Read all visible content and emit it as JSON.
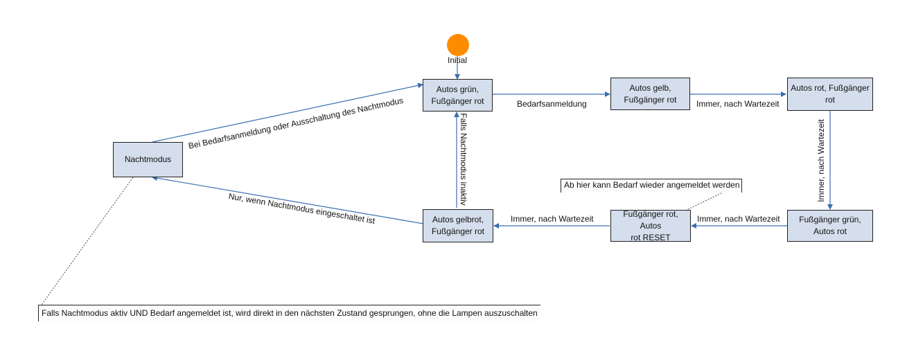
{
  "colors": {
    "state_fill": "#d5deec",
    "state_border": "#1f1f1f",
    "edge": "#3a6fb0",
    "initial": "#ff8c00"
  },
  "initial": {
    "label": "Initial"
  },
  "states": {
    "autos_gruen": [
      "Autos grün,",
      "Fußgänger rot"
    ],
    "autos_gelb": [
      "Autos gelb,",
      "Fußgänger rot"
    ],
    "autos_rot": [
      "Autos rot, Fußgänger",
      "rot"
    ],
    "fg_gruen": [
      "Fußgänger grün,",
      "Autos rot"
    ],
    "reset": [
      "Fußgänger rot, Autos",
      "rot RESET"
    ],
    "gelbrot": [
      "Autos gelbrot,",
      "Fußgänger rot"
    ],
    "nachtmodus": [
      "Nachtmodus"
    ]
  },
  "transitions": {
    "bedarf": "Bedarfsanmeldung",
    "wartezeit_1": "Immer, nach Wartezeit",
    "wartezeit_2": "Immer, nach Wartezeit",
    "wartezeit_3": "Immer, nach Wartezeit",
    "wartezeit_4": "Immer, nach Wartezeit",
    "inaktiv": "Falls Nachtmodus inaktiv",
    "nacht_ein": "Nur, wenn Nachtmodus eingeschaltet ist",
    "nacht_aus": "Bei Bedarfsanmeldung oder Ausschaltung des Nachtmodus"
  },
  "notes": {
    "bedarf_wieder": "Ab hier kann Bedarf wieder angemeldet werden",
    "direkt": "Falls Nachtmodus aktiv UND Bedarf angemeldet ist, wird direkt in den nächsten Zustand gesprungen, ohne die Lampen auszuschalten"
  }
}
